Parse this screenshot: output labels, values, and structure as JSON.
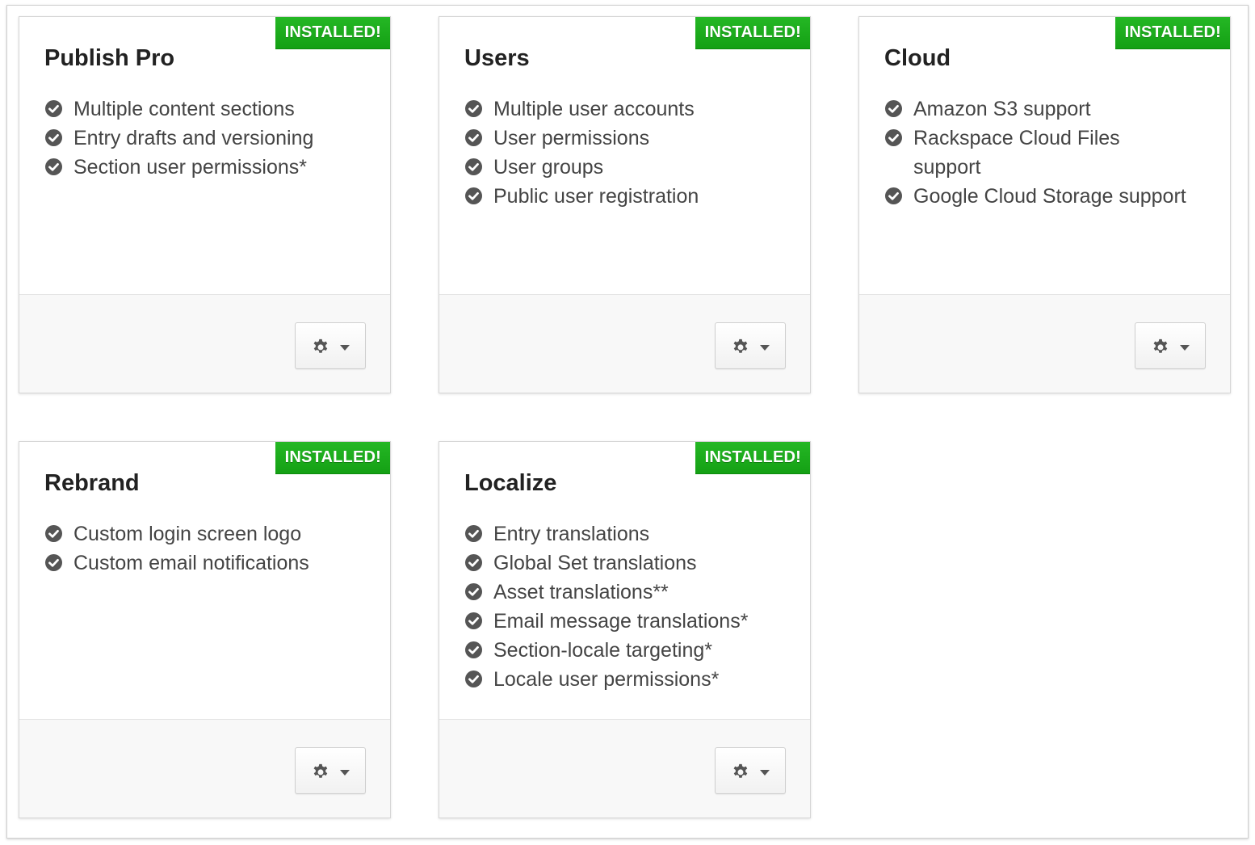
{
  "colors": {
    "badge": "#1fae1f",
    "title": "#222222",
    "text": "#444444",
    "icon": "#555555"
  },
  "badge_label": "INSTALLED!",
  "cards": [
    {
      "title": "Publish Pro",
      "features": [
        "Multiple content sections",
        "Entry drafts and versioning",
        "Section user permissions*"
      ]
    },
    {
      "title": "Users",
      "features": [
        "Multiple user accounts",
        "User permissions",
        "User groups",
        "Public user registration"
      ]
    },
    {
      "title": "Cloud",
      "features": [
        "Amazon S3 support",
        "Rackspace Cloud Files support",
        "Google Cloud Storage support"
      ]
    },
    {
      "title": "Rebrand",
      "features": [
        "Custom login screen logo",
        "Custom email notifications"
      ]
    },
    {
      "title": "Localize",
      "features": [
        "Entry translations",
        "Global Set translations",
        "Asset translations**",
        "Email message translations*",
        "Section-locale targeting*",
        "Locale user permissions*"
      ]
    }
  ],
  "icons": {
    "feature": "check-circle-icon",
    "settings": "gear-icon",
    "dropdown": "caret-down-icon"
  }
}
